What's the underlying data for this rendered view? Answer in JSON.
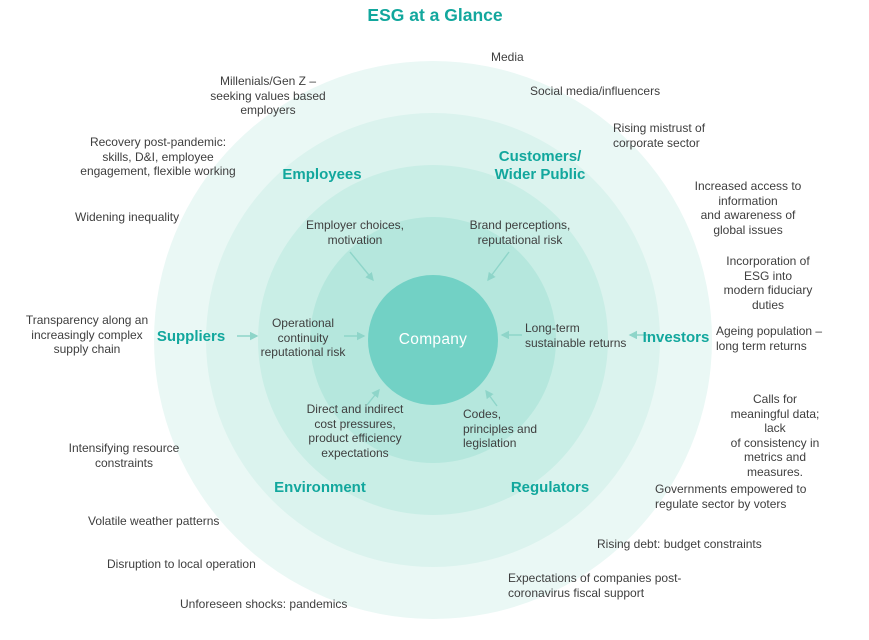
{
  "title": "ESG at a Glance",
  "colors": {
    "accent_teal": "#12a79d",
    "text_gray": "#3e3e3e",
    "company_circle_fill": "#72d1c5",
    "ring_fills": [
      "#eaf8f5",
      "#dbf3ee",
      "#c9eee6",
      "#b5e7dd"
    ],
    "arrow": "#8ed5c9"
  },
  "center": {
    "label": "Company"
  },
  "stakeholders": {
    "employees": "Employees",
    "customers": "Customers/\nWider Public",
    "suppliers": "Suppliers",
    "investors": "Investors",
    "environment": "Environment",
    "regulators": "Regulators"
  },
  "influences": {
    "employees": "Employer choices,\nmotivation",
    "customers": "Brand perceptions,\nreputational risk",
    "suppliers": "Operational\ncontinuity\nreputational risk",
    "investors": "Long-term\nsustainable returns",
    "environment": "Direct and indirect\ncost pressures,\nproduct efficiency\nexpectations",
    "regulators": "Codes,\nprinciples and\nlegislation"
  },
  "external_factors": {
    "media": "Media",
    "social_media": "Social media/influencers",
    "millenials": "Millenials/Gen Z –\nseeking values based\nemployers",
    "mistrust": "Rising mistrust of\ncorporate sector",
    "recovery": "Recovery post-pandemic:\nskills, D&I, employee\nengagement, flexible working",
    "inequality": "Widening inequality",
    "information_access": "Increased access to information\nand awareness of global issues",
    "fiduciary": "Incorporation of ESG into\nmodern fiduciary duties",
    "transparency": "Transparency along an\nincreasingly complex\nsupply chain",
    "ageing": "Ageing population –\nlong term returns",
    "meaningful_data": "Calls for meaningful data; lack\nof consistency in metrics and\nmeasures.",
    "resource_constraints": "Intensifying resource\nconstraints",
    "governments": "Governments empowered to\nregulate sector by voters",
    "weather": "Volatile weather patterns",
    "rising_debt": "Rising debt: budget constraints",
    "disruption": "Disruption to local operation",
    "expectations": "Expectations of companies post-\ncoronavirus fiscal support",
    "shocks": "Unforeseen shocks: pandemics"
  }
}
